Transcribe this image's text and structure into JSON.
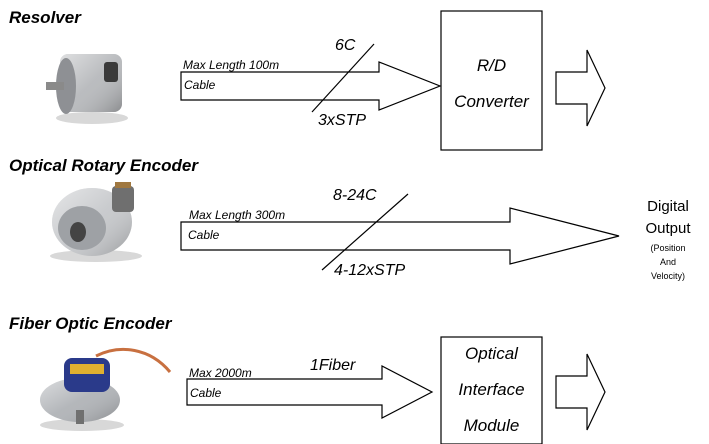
{
  "resolver": {
    "title": "Resolver",
    "cable_length": "Max Length 100m",
    "cable_label": "Cable",
    "conductors_top": "6C",
    "conductors_bottom": "3xSTP",
    "box_line1": "R/D",
    "box_line2": "Converter"
  },
  "optical_encoder": {
    "title": "Optical Rotary Encoder",
    "cable_length": "Max Length 300m",
    "cable_label": "Cable",
    "conductors_top": "8-24C",
    "conductors_bottom": "4-12xSTP"
  },
  "fiber_encoder": {
    "title": "Fiber Optic Encoder",
    "cable_length": "Max 2000m",
    "cable_label": "Cable",
    "conductors_top": "1Fiber",
    "box_line1": "Optical",
    "box_line2": "Interface",
    "box_line3": "Module"
  },
  "output": {
    "line1": "Digital",
    "line2": "Output",
    "sub1": "(Position",
    "sub2": "And",
    "sub3": "Velocity)"
  }
}
